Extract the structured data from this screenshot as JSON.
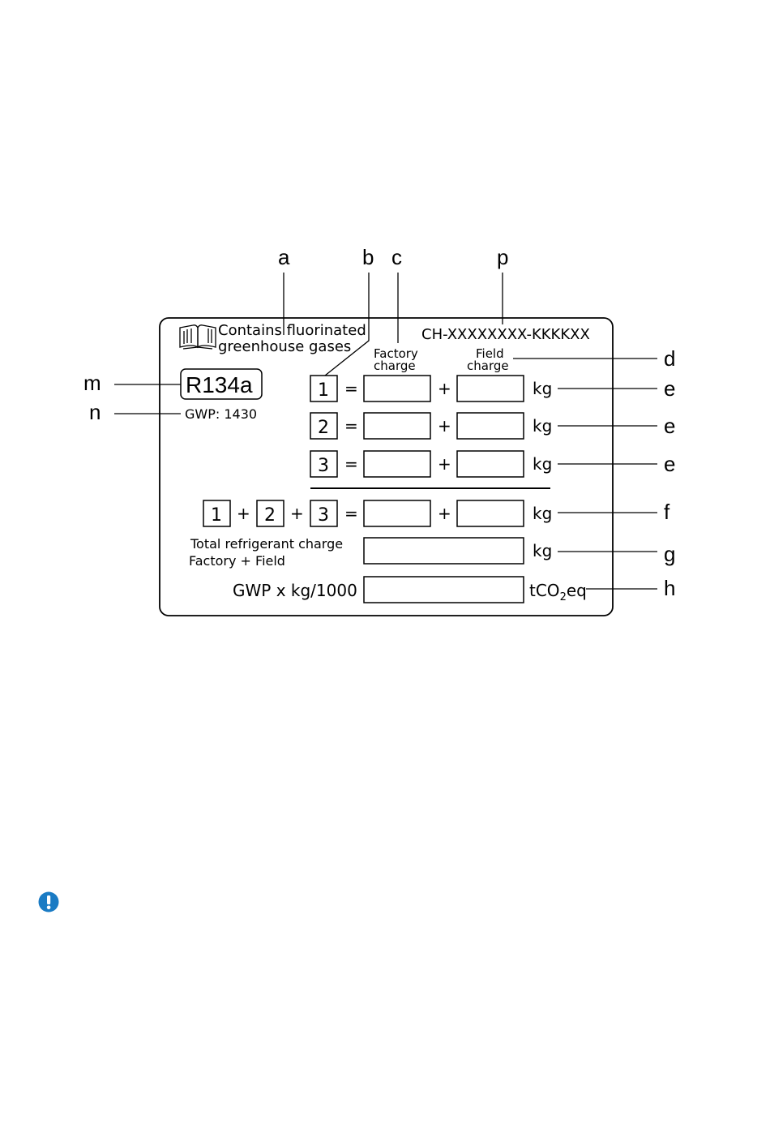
{
  "label": {
    "book_icon": "book-icon",
    "contains_line1": "Contains fluorinated",
    "contains_line2": "greenhouse gases",
    "serial": "CH-XXXXXXXX-KKKKXX",
    "factory_line1": "Factory",
    "factory_line2": "charge",
    "field_line1": "Field",
    "field_line2": "charge",
    "refrigerant": "R134a",
    "gwp": "GWP: 1430",
    "circuits": [
      "1",
      "2",
      "3"
    ],
    "equals": "=",
    "plus": "+",
    "unit_kg": "kg",
    "total_line1": "Total refrigerant charge",
    "total_line2": "Factory + Field",
    "gwp_formula": "GWP x kg/1000",
    "unit_co2_prefix": "tCO",
    "unit_co2_sub": "2",
    "unit_co2_suffix": "eq"
  },
  "callouts": {
    "a": "a",
    "b": "b",
    "c": "c",
    "p": "p",
    "d": "d",
    "e1": "e",
    "e2": "e",
    "e3": "e",
    "f": "f",
    "g": "g",
    "h": "h",
    "m": "m",
    "n": "n"
  },
  "notice_icon": "exclamation-circle-icon",
  "colors": {
    "notice": "#1a7bc4"
  }
}
